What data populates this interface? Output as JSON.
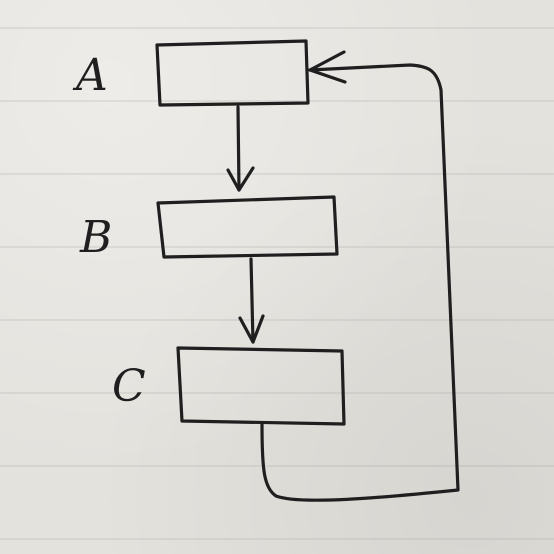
{
  "diagram": {
    "nodes": [
      {
        "id": "A",
        "label": "A"
      },
      {
        "id": "B",
        "label": "B"
      },
      {
        "id": "C",
        "label": "C"
      }
    ],
    "edges": [
      {
        "from": "A",
        "to": "B"
      },
      {
        "from": "B",
        "to": "C"
      },
      {
        "from": "C",
        "to": "A"
      }
    ],
    "colors": {
      "ink": "#1f1f1f",
      "paper": "#e4e2dd",
      "ruled_line": "#969696"
    }
  }
}
